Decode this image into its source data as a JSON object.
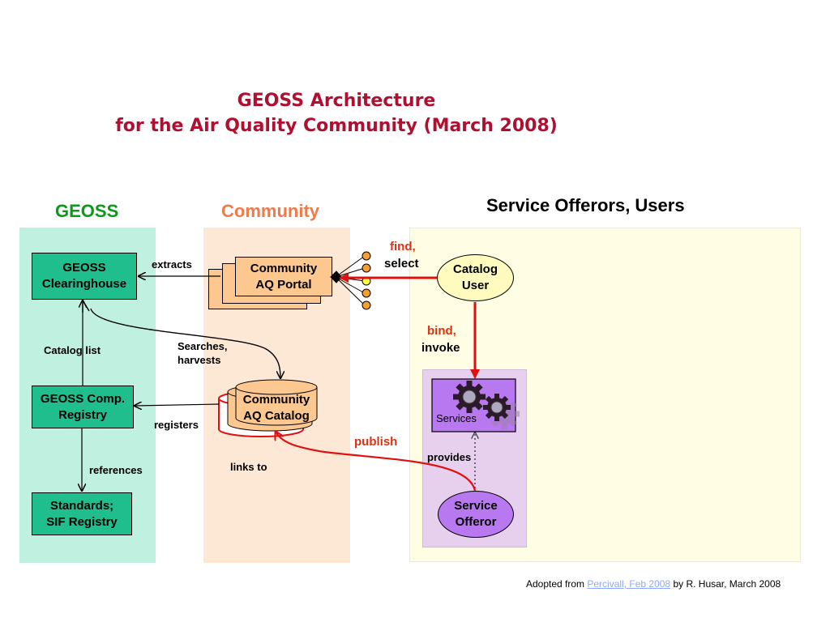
{
  "title": {
    "line1": "GEOSS Architecture",
    "line2": "for the Air Quality Community (March 2008)"
  },
  "columns": {
    "geoss": "GEOSS",
    "community": "Community",
    "offerors": "Service Offerors, Users"
  },
  "colors": {
    "title": "#b01030",
    "geoss_head": "#0a9a1a",
    "community_head": "#f07a4a",
    "geoss_panel": "#bff0e0",
    "community_panel": "#fde8d6",
    "offerors_panel": "#fffde3",
    "box_green": "#1fbe8c",
    "box_orange": "#fcc890",
    "services_panel": "#e6d0ee",
    "purple": "#b878f0",
    "catalog_user": "#fffbbe",
    "red_arrow": "#e01010"
  },
  "geoss": {
    "clearinghouse": [
      "GEOSS",
      "Clearinghouse"
    ],
    "comp_registry": [
      "GEOSS Comp.",
      "Registry"
    ],
    "standards": [
      "Standards;",
      "SIF Registry"
    ]
  },
  "community": {
    "portal": [
      "Community",
      "AQ Portal"
    ],
    "catalog": [
      "Community",
      "AQ Catalog"
    ]
  },
  "offerors": {
    "catalog_user": [
      "Catalog",
      "User"
    ],
    "services": "Services",
    "service_offeror": [
      "Service",
      "Offeror"
    ]
  },
  "labels": {
    "extracts": "extracts",
    "catalog_list": "Catalog list",
    "searches": "Searches,",
    "harvests": "harvests",
    "registers": "registers",
    "references": "references",
    "links_to": "links to",
    "find": "find,",
    "select": "select",
    "bind": "bind,",
    "invoke": "invoke",
    "publish": "publish",
    "provides": "provides"
  },
  "credit": {
    "prefix": "Adopted from ",
    "link": "Percivall, Feb 2008",
    "suffix": " by R. Husar, March 2008"
  }
}
